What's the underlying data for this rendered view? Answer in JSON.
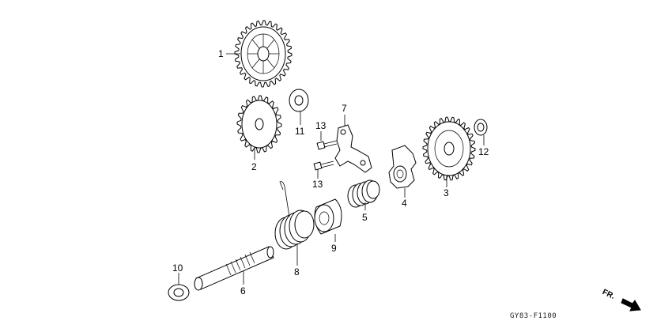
{
  "callouts": {
    "c1": "1",
    "c2": "2",
    "c3": "3",
    "c4": "4",
    "c5": "5",
    "c6": "6",
    "c7": "7",
    "c8": "8",
    "c9": "9",
    "c10": "10",
    "c11": "11",
    "c12": "12",
    "c13a": "13",
    "c13b": "13"
  },
  "direction_label": "FR.",
  "diagram_code": "GY83-F1100"
}
